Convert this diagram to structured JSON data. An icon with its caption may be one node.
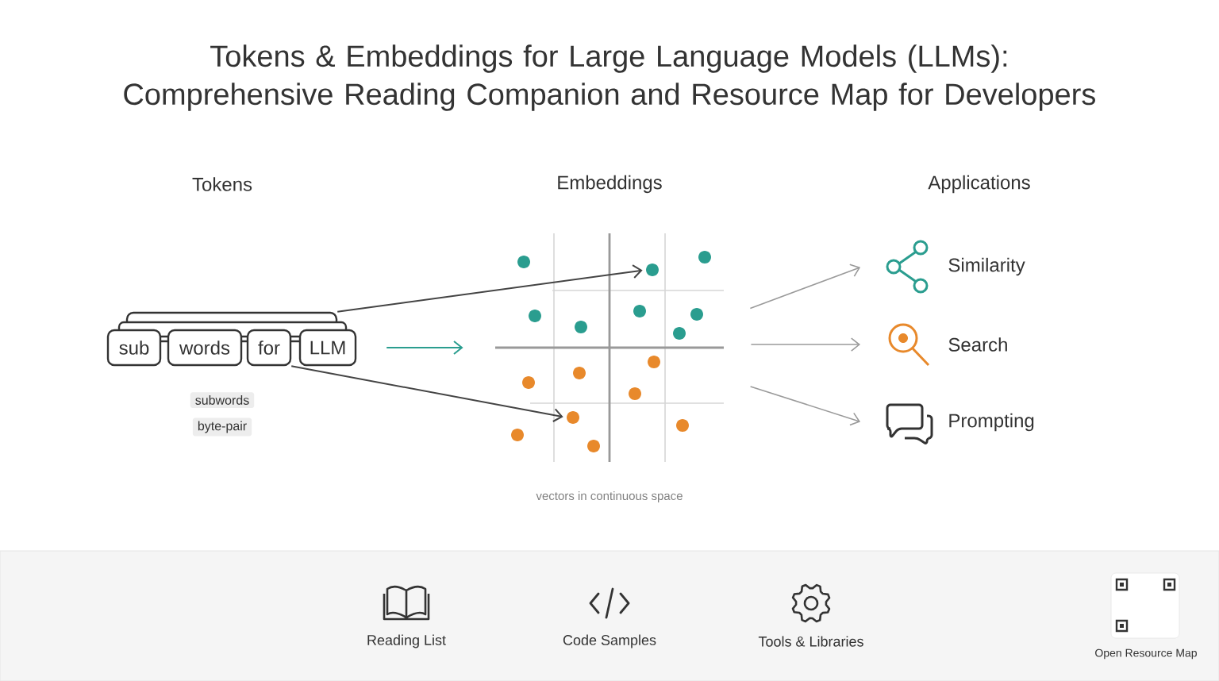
{
  "diagram": {
    "title": "Tokens & Embeddings for Large Language Models (LLMs): Comprehensive Reading Companion and Resource Map for Developers",
    "nodes": [
      {
        "text": [],
        "shape": "box"
      },
      {
        "text": [
          "sub"
        ]
      },
      {
        "text": [
          "words"
        ]
      },
      {
        "text": [
          "for"
        ]
      },
      {
        "text": [
          "LLM"
        ]
      },
      {
        "text": [],
        "shape": "picture"
      },
      {
        "text": [],
        "shape": "circle",
        "in": 5
      },
      {
        "text": [],
        "shape": "circle",
        "in": 5
      },
      {
        "text": [
          "Similarity"
        ]
      },
      {
        "text": [
          "Search"
        ]
      },
      {
        "text": [
          "Prompting"
        ]
      }
    ],
    "edges": [
      {
        "from": 0,
        "to": 6,
        "arrow": "to",
        "color": "#444444"
      },
      {
        "from": 3,
        "to": 7,
        "arrow": "to",
        "color": "#444444"
      },
      {
        "from": 4,
        "to": 5,
        "arrow": "to",
        "color": "#2a9d8f"
      },
      {
        "from": 5,
        "to": 8,
        "arrow": "to"
      },
      {
        "from": 5,
        "to": 9,
        "arrow": "to"
      },
      {
        "from": 5,
        "to": 10,
        "arrow": "to"
      }
    ],
    "labels": [
      "Tokens",
      "Embeddings",
      "Applications",
      "subwords",
      "byte-pair",
      "vectors in continuous space",
      "Reading List",
      "Code Samples",
      "Tools & Libraries",
      "Open Resource Map"
    ]
  }
}
